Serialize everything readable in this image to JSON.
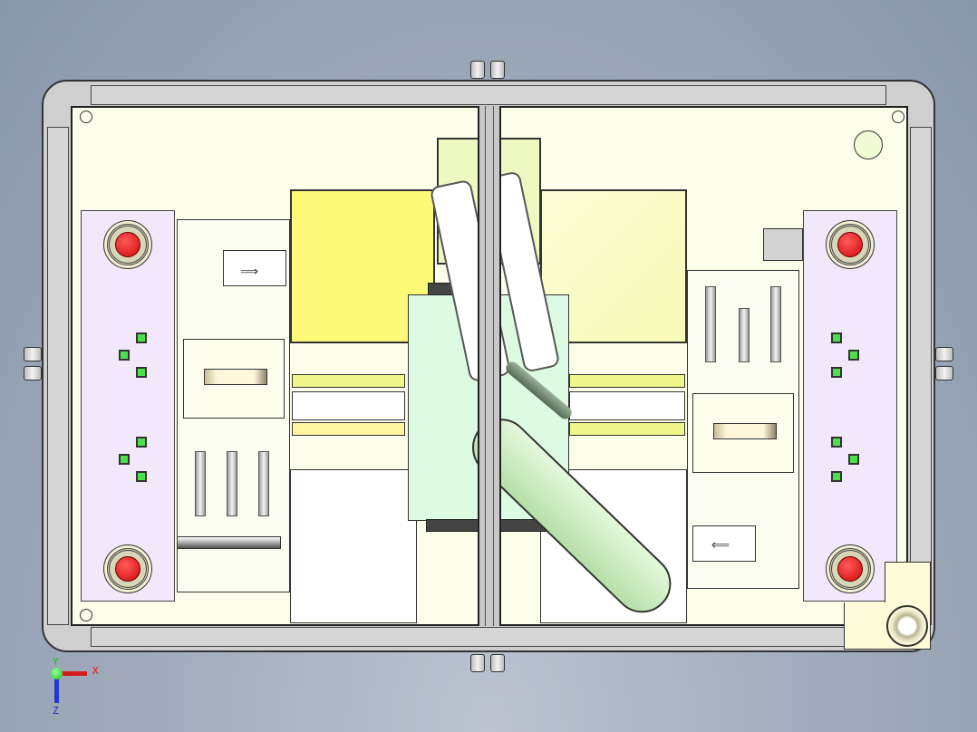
{
  "view": {
    "type": "cad-top-view",
    "background_gradient": [
      "#bcc3cf",
      "#8a97aa"
    ]
  },
  "triad": {
    "x_label": "X",
    "y_label": "Y",
    "z_label": "Z",
    "colors": {
      "x": "#d41c1c",
      "y": "#16c316",
      "z": "#1f3ad1"
    }
  },
  "machine": {
    "frame_color": "#cfcfcf",
    "plate_color": "#fdfee9",
    "side_panel_color": "#f2e8fb",
    "estop_color": "#e02020",
    "indicator_color": "#4de04d",
    "panels": {
      "left_yellow_panel_color": "#fff97a",
      "right_yellow_panel_color": "#f7fcc9",
      "robot_base_color": "#dcfbe2"
    },
    "left_control_panel": {
      "estop_count": 2,
      "indicator_count": 6
    },
    "right_control_panel": {
      "estop_count": 2,
      "indicator_count": 6
    },
    "feeders": [
      {
        "side": "left",
        "arrow": "right"
      },
      {
        "side": "right",
        "arrow": "left"
      }
    ]
  }
}
